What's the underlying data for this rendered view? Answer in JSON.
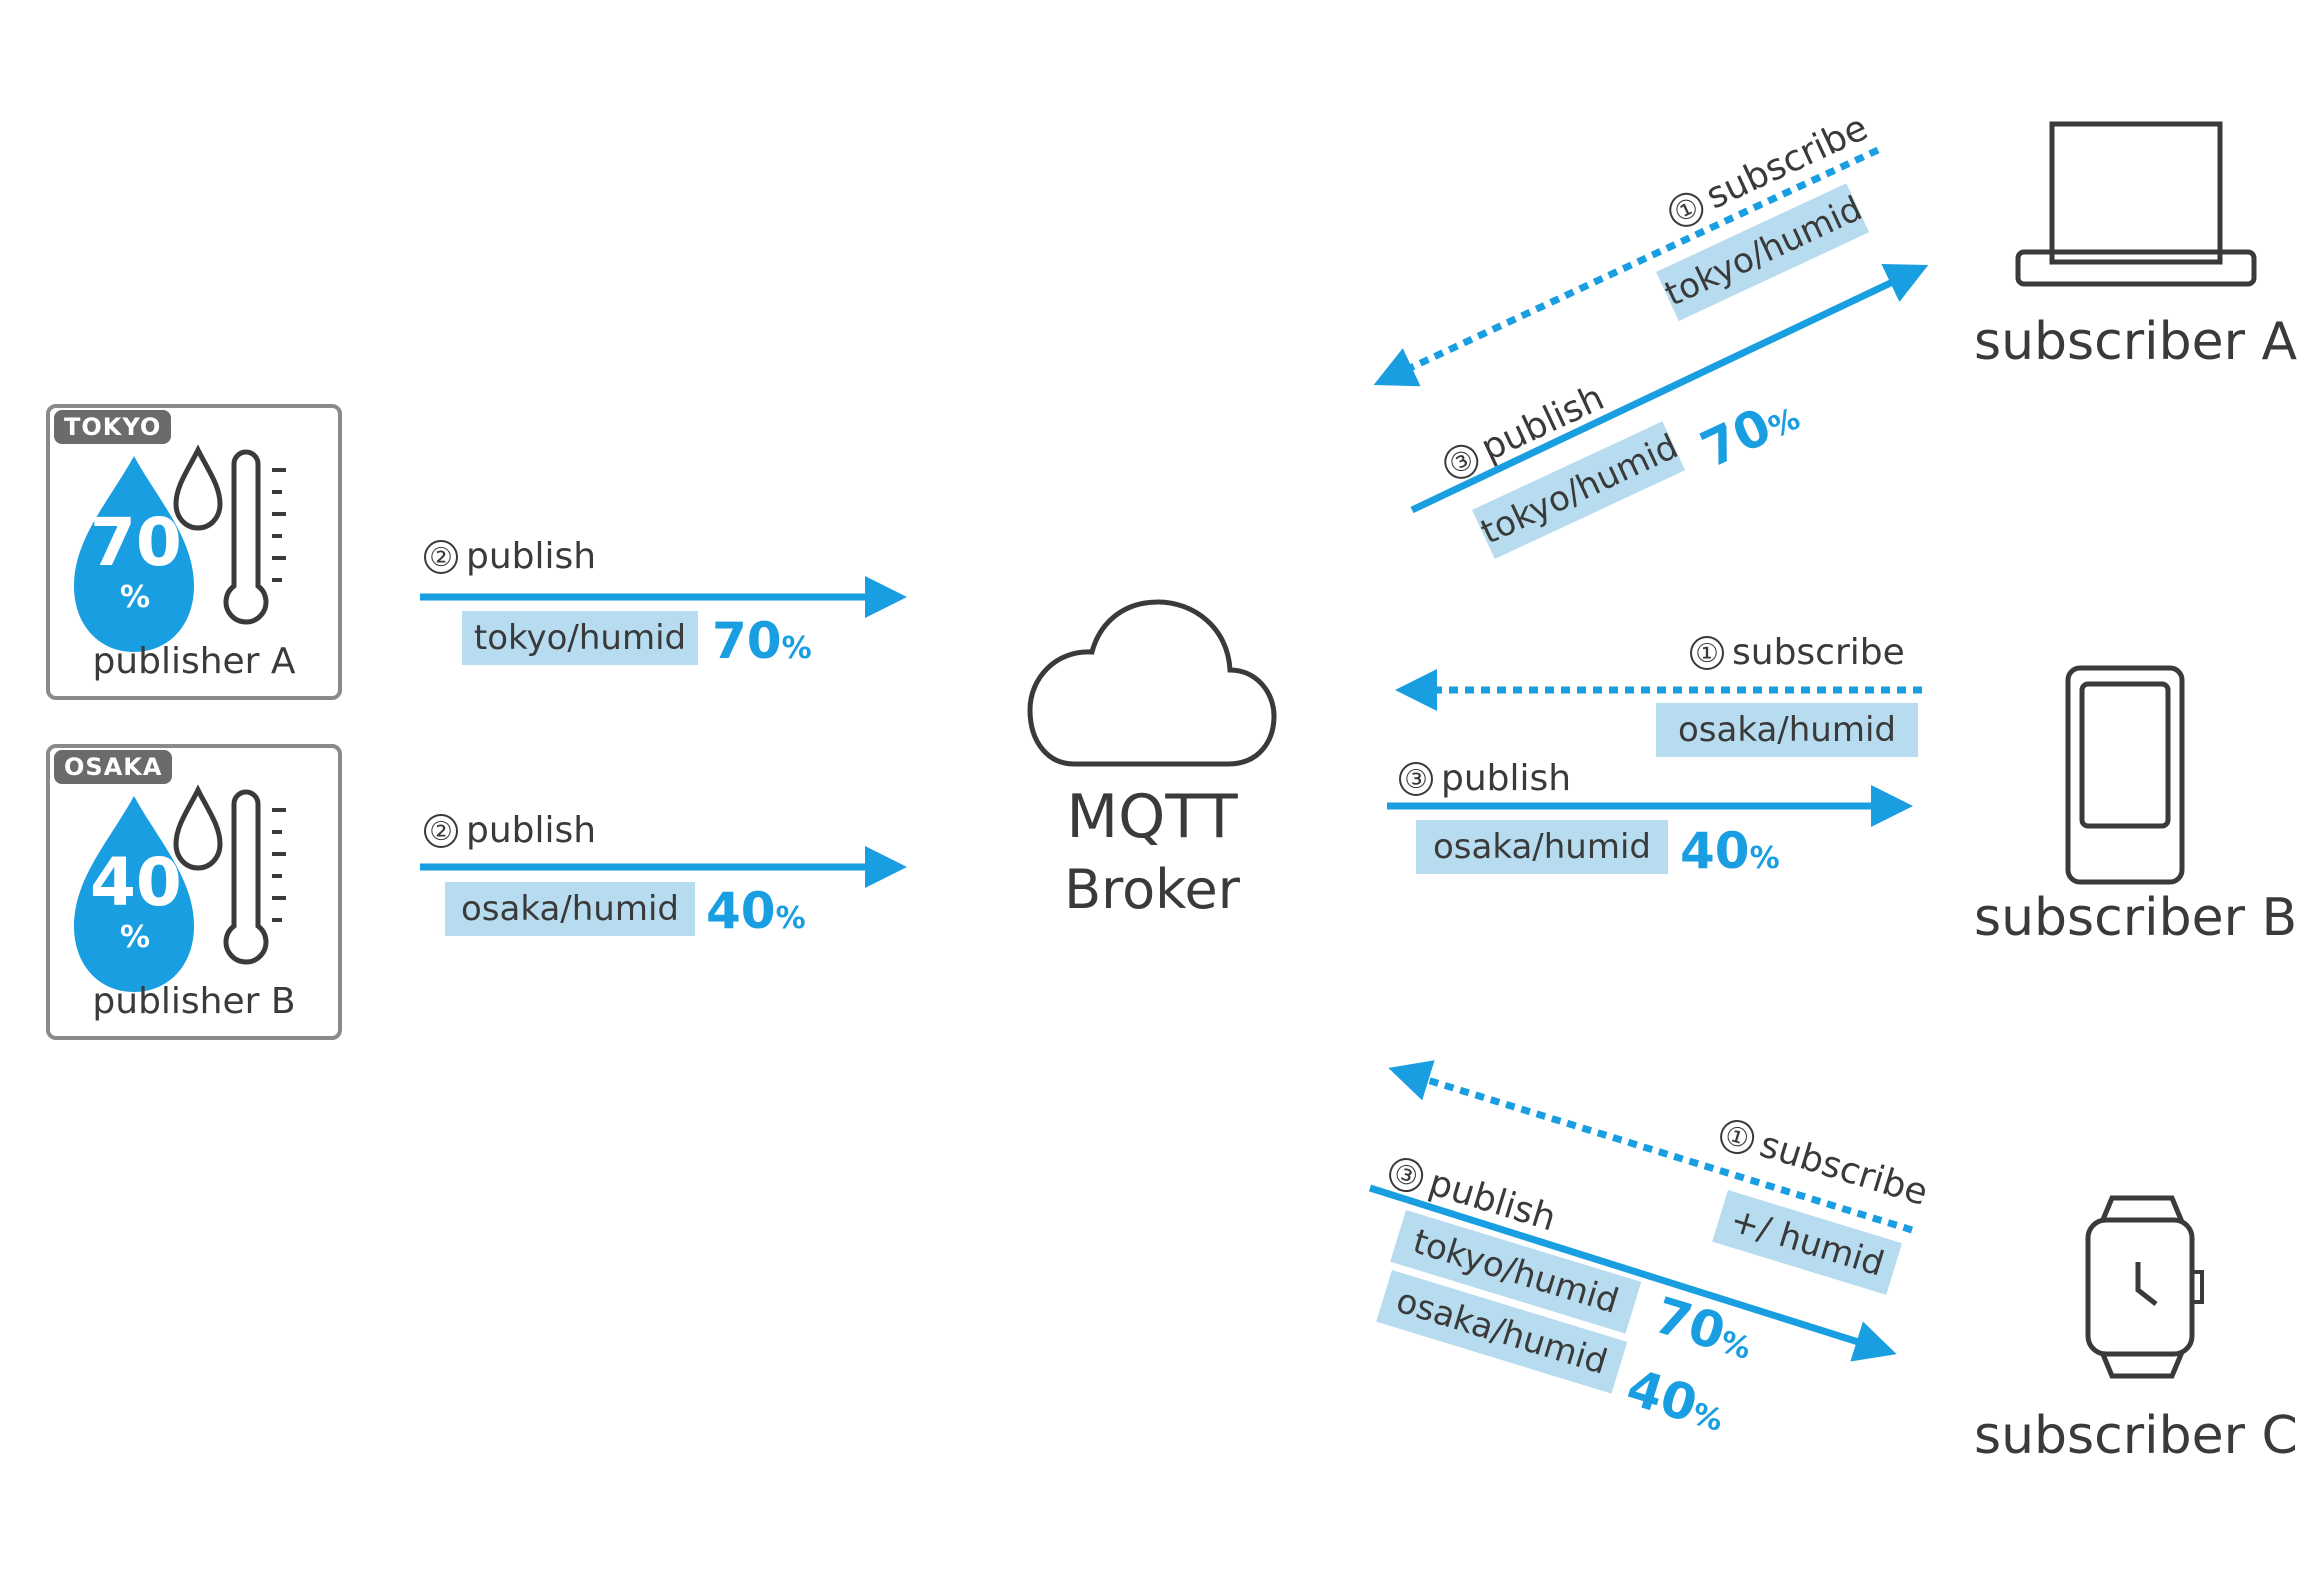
{
  "publishers": [
    {
      "city": "TOKYO",
      "value": "70",
      "unit": "%",
      "label": "publisher A"
    },
    {
      "city": "OSAKA",
      "value": "40",
      "unit": "%",
      "label": "publisher B"
    }
  ],
  "pub_flows": [
    {
      "step": "②",
      "action": "publish",
      "topic": "tokyo/humid",
      "value": "70",
      "unit": "%"
    },
    {
      "step": "②",
      "action": "publish",
      "topic": "osaka/humid",
      "value": "40",
      "unit": "%"
    }
  ],
  "broker": {
    "line1": "MQTT",
    "line2": "Broker"
  },
  "sub_a": {
    "label": "subscriber A",
    "subscribe": {
      "step": "①",
      "action": "subscribe",
      "topic": "tokyo/humid"
    },
    "publish": {
      "step": "③",
      "action": "publish",
      "topic": "tokyo/humid",
      "value": "70",
      "unit": "%"
    }
  },
  "sub_b": {
    "label": "subscriber B",
    "subscribe": {
      "step": "①",
      "action": "subscribe",
      "topic": "osaka/humid"
    },
    "publish": {
      "step": "③",
      "action": "publish",
      "topic": "osaka/humid",
      "value": "40",
      "unit": "%"
    }
  },
  "sub_c": {
    "label": "subscriber C",
    "subscribe": {
      "step": "①",
      "action": "subscribe",
      "topic": "+/ humid"
    },
    "publish": {
      "step": "③",
      "action": "publish",
      "items": [
        {
          "topic": "tokyo/humid",
          "value": "70",
          "unit": "%"
        },
        {
          "topic": "osaka/humid",
          "value": "40",
          "unit": "%"
        }
      ]
    }
  },
  "colors": {
    "accent": "#1a9ee2",
    "topic_bg": "#b7dcef",
    "text": "#3a3a3a",
    "frame": "#8a8a8a"
  },
  "icons": [
    "water-drop-icon",
    "thermometer-icon",
    "cloud-icon",
    "laptop-icon",
    "tablet-icon",
    "smartwatch-icon"
  ]
}
